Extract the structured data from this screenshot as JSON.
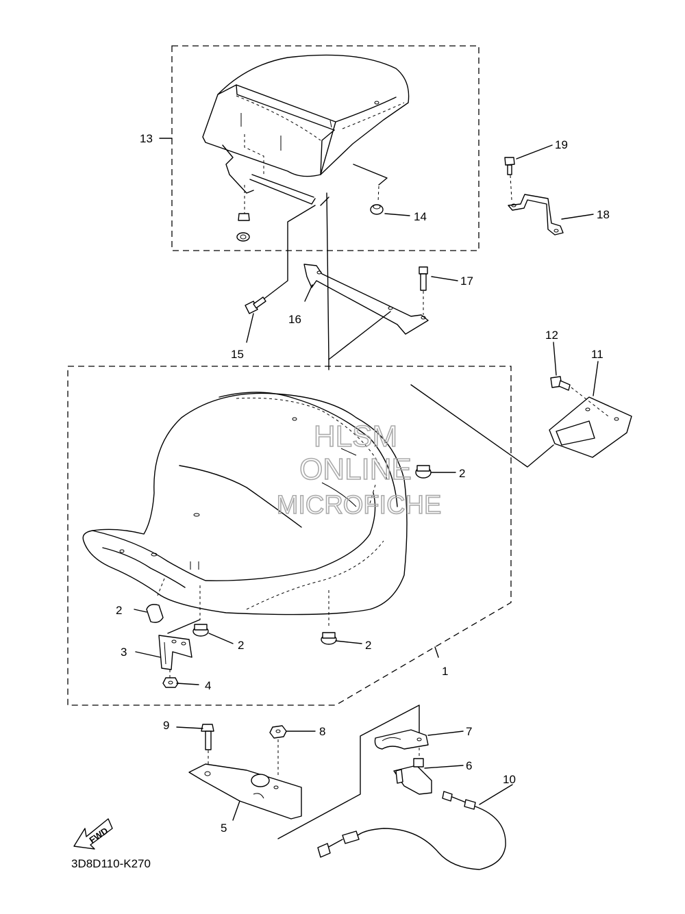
{
  "diagram_code": "3D8D110-K270",
  "watermark": {
    "line1": "HLSM",
    "line2": "ONLINE",
    "line3": "MICROFICHE"
  },
  "fwd_label": "FWD",
  "callouts": {
    "c1": "1",
    "c2a": "2",
    "c2b": "2",
    "c2c": "2",
    "c2d": "2",
    "c3": "3",
    "c4": "4",
    "c5": "5",
    "c6": "6",
    "c7": "7",
    "c8": "8",
    "c9": "9",
    "c10": "10",
    "c11": "11",
    "c12": "12",
    "c13": "13",
    "c14": "14",
    "c15": "15",
    "c16": "16",
    "c17": "17",
    "c18": "18",
    "c19": "19"
  },
  "colors": {
    "line": "#000000",
    "watermark": "#aaaaaa",
    "background": "#ffffff"
  }
}
